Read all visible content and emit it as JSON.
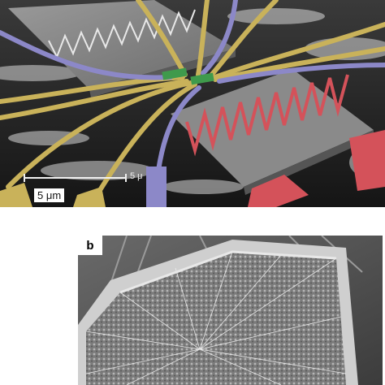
{
  "panel_a": {
    "scale_label": "5 μm",
    "scale_ghost_label": "5 μ"
  },
  "panel_b": {
    "tag": "b"
  },
  "colors": {
    "lead_gold": "#c9b25a",
    "lead_blue": "#8c88c8",
    "junction_green": "#3f9a4c",
    "pad_red": "#d4525a",
    "background": "#ffffff"
  }
}
